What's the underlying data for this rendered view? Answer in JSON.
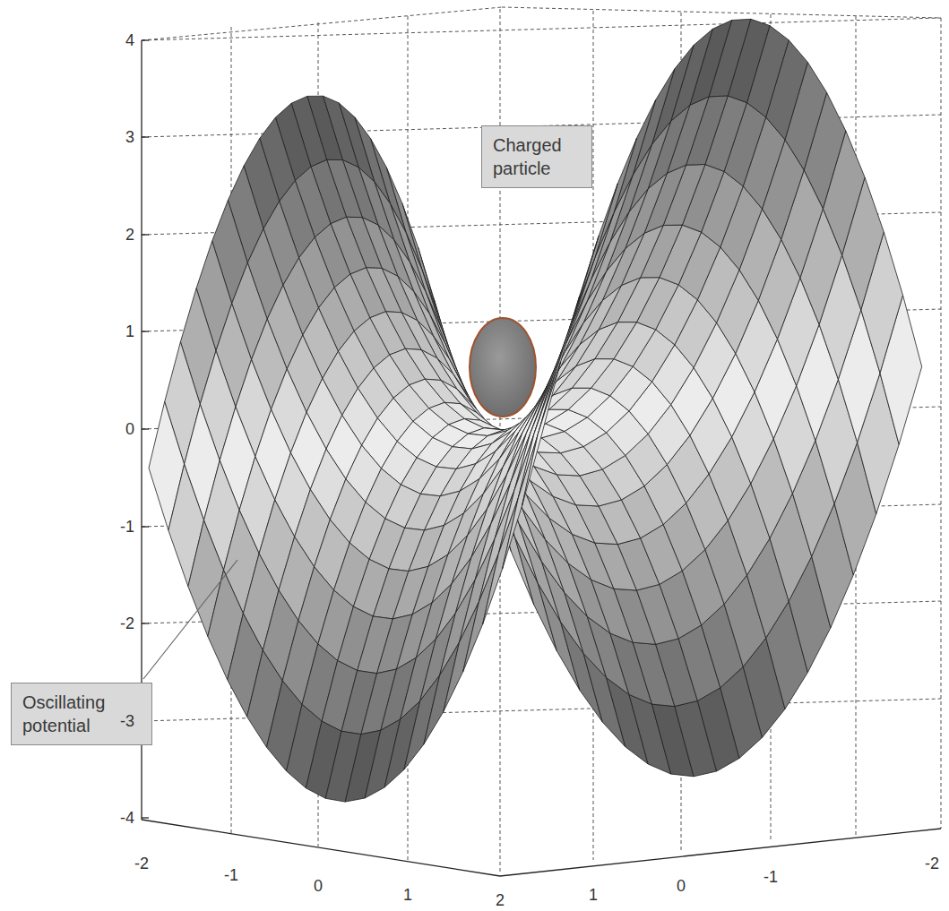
{
  "diagram": {
    "nodes": [
      {
        "text": [
          "Charged particle"
        ]
      },
      {
        "text": [
          "Oscillating potential"
        ]
      }
    ],
    "labels": [
      "4",
      "3",
      "2",
      "1",
      "0",
      "-1",
      "-2",
      "-3",
      "-4",
      "-2",
      "-1",
      "0",
      "1",
      "2",
      "1",
      "0",
      "-1",
      "-2"
    ]
  }
}
